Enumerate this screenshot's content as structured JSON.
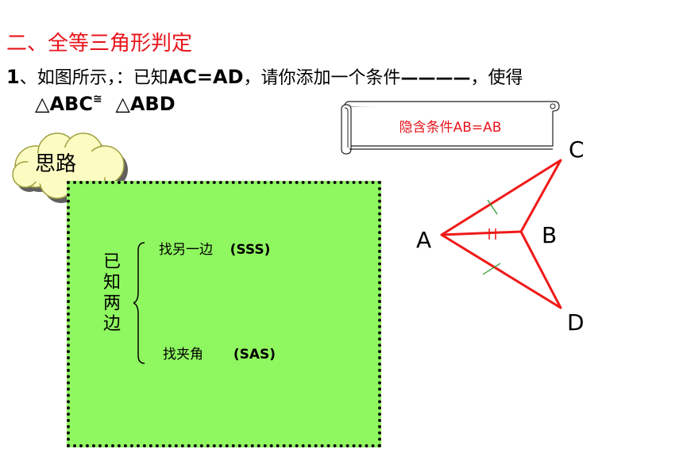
{
  "section_title": "二、全等三角形判定",
  "question": {
    "number": "1",
    "text_before": "、如图所示，：已知",
    "given": "AC=AD",
    "text_middle": "，请你添加一个条件",
    "blank": "————",
    "text_after": "，使得",
    "congruence_left": "△ABC",
    "congruence_symbol": "≅",
    "congruence_right": "△ABD"
  },
  "scroll_note": "隐含条件AB=AB",
  "idea_cloud_label": "思路",
  "thinking_box": {
    "known": "已知两边",
    "option_1_text": "找另一边",
    "option_1_rule": "(SSS)",
    "option_2_text": "找夹角",
    "option_2_rule": "(SAS)"
  },
  "figure": {
    "vertices": {
      "A": "A",
      "B": "B",
      "C": "C",
      "D": "D"
    },
    "line_color": "#f01919",
    "tick_color": "#2e9a2e"
  },
  "colors": {
    "title_red": "#e8141b",
    "box_green": "#8ff760"
  }
}
